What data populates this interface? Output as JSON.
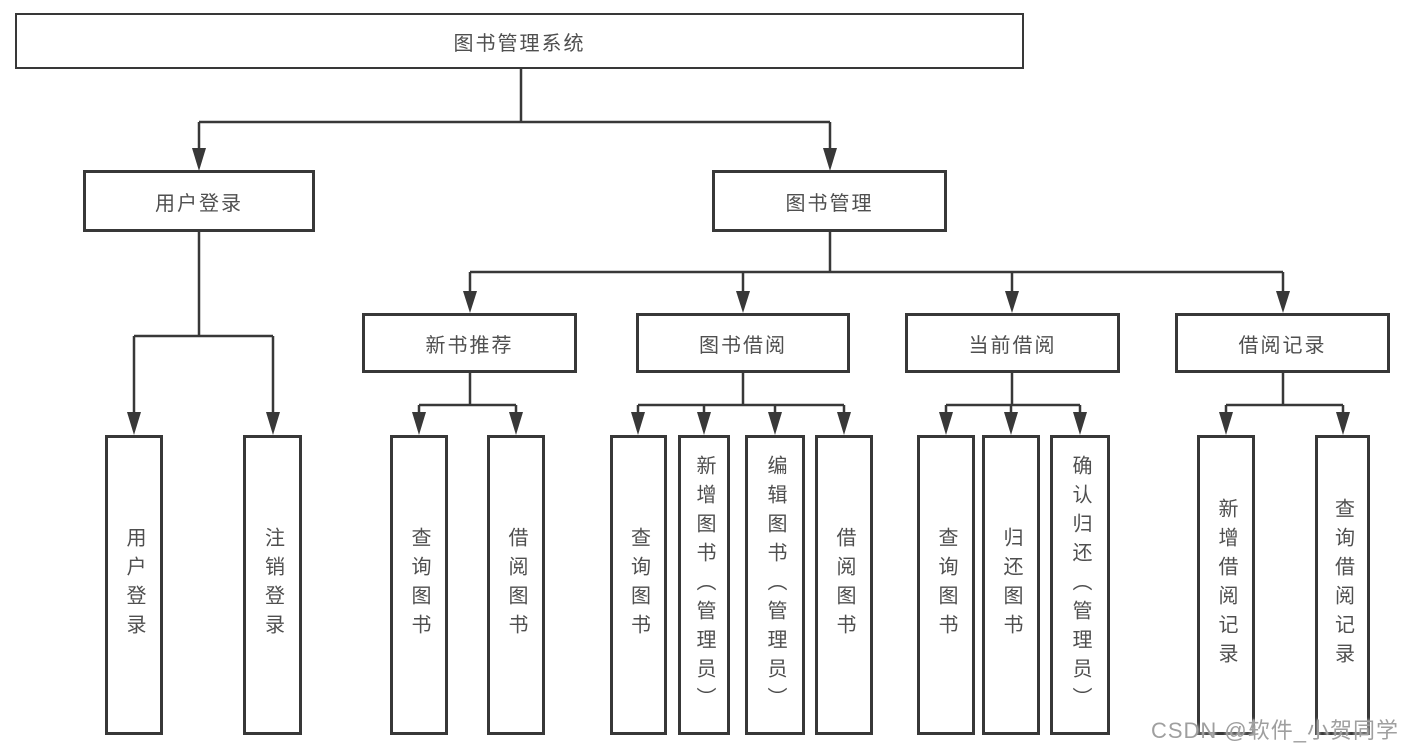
{
  "tree": {
    "root": {
      "label": "图书管理系统"
    },
    "branches": [
      {
        "label": "用户登录",
        "children": [
          {
            "label": "用户登录"
          },
          {
            "label": "注销登录"
          }
        ]
      },
      {
        "label": "图书管理",
        "children": [
          {
            "label": "新书推荐",
            "children": [
              {
                "label": "查询图书"
              },
              {
                "label": "借阅图书"
              }
            ]
          },
          {
            "label": "图书借阅",
            "children": [
              {
                "label": "查询图书"
              },
              {
                "label": "新增图书（管理员）"
              },
              {
                "label": "编辑图书（管理员）"
              },
              {
                "label": "借阅图书"
              }
            ]
          },
          {
            "label": "当前借阅",
            "children": [
              {
                "label": "查询图书"
              },
              {
                "label": "归还图书"
              },
              {
                "label": "确认归还（管理员）"
              }
            ]
          },
          {
            "label": "借阅记录",
            "children": [
              {
                "label": "新增借阅记录"
              },
              {
                "label": "查询借阅记录"
              }
            ]
          }
        ]
      }
    ]
  },
  "colors": {
    "line": "#383838",
    "text": "#4f4f4f",
    "watermark": "#9f9f9f",
    "background": "#ffffff"
  },
  "watermark": "CSDN @软件_小贺同学"
}
